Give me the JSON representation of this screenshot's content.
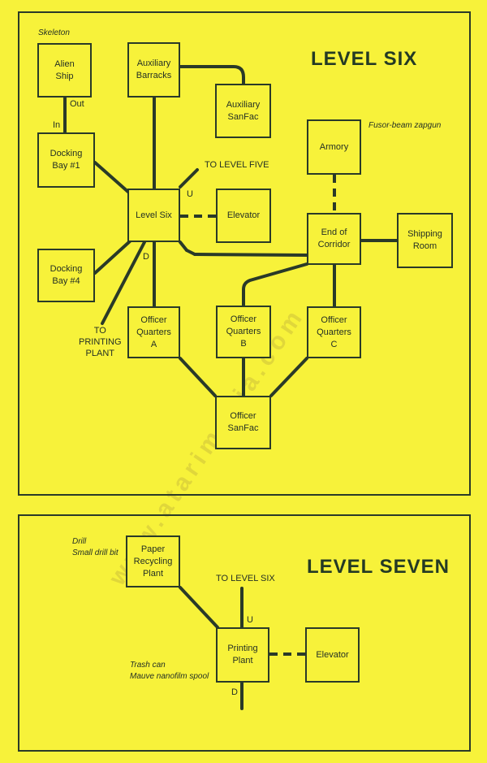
{
  "watermark": "www.atarimania.com",
  "level_six": {
    "title": "LEVEL SIX",
    "rooms": {
      "alien_ship": "Alien\nShip",
      "aux_barracks": "Auxiliary\nBarracks",
      "aux_sanfac": "Auxiliary\nSanFac",
      "docking_bay_1": "Docking\nBay #1",
      "level_six": "Level Six",
      "elevator": "Elevator",
      "armory": "Armory",
      "end_of_corridor": "End of\nCorridor",
      "shipping_room": "Shipping\nRoom",
      "docking_bay_4": "Docking\nBay #4",
      "officer_a": "Officer\nQuarters\nA",
      "officer_b": "Officer\nQuarters\nB",
      "officer_c": "Officer\nQuarters\nC",
      "officer_sanfac": "Officer\nSanFac"
    },
    "labels": {
      "out": "Out",
      "in": "In",
      "to_level_five": "TO LEVEL FIVE",
      "u": "U",
      "d": "D",
      "to_printing_plant": "TO\nPRINTING\nPLANT"
    },
    "notes": {
      "skeleton": "Skeleton",
      "fusor": "Fusor-beam zapgun"
    }
  },
  "level_seven": {
    "title": "LEVEL SEVEN",
    "rooms": {
      "paper_recycling": "Paper\nRecycling\nPlant",
      "printing_plant": "Printing\nPlant",
      "elevator": "Elevator"
    },
    "labels": {
      "to_level_six": "TO LEVEL SIX",
      "u": "U",
      "d": "D"
    },
    "notes": {
      "drill": "Drill\nSmall drill bit",
      "trash": "Trash can\nMauve nanofilm spool"
    }
  }
}
